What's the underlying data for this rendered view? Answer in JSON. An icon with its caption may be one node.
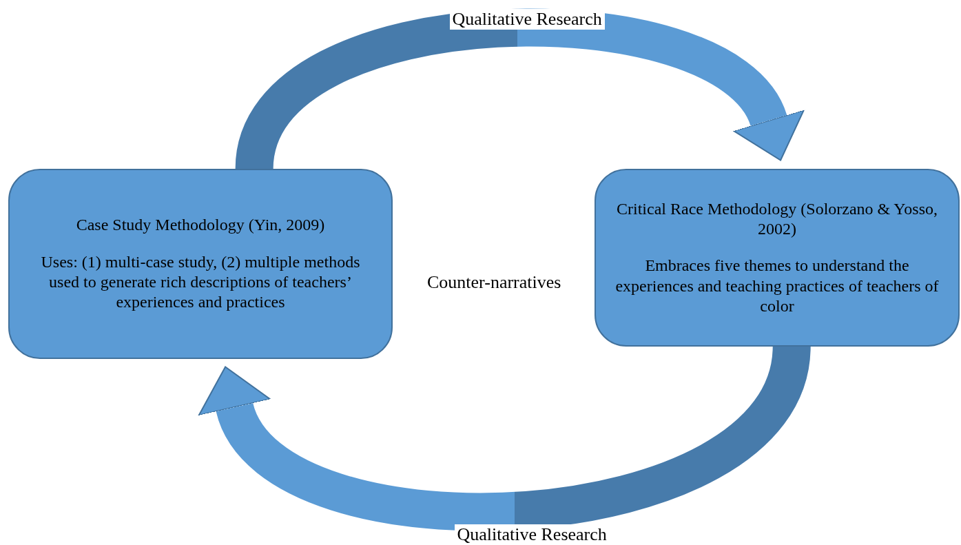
{
  "diagram": {
    "nodes": [
      {
        "text": [
          "Case Study Methodology (Yin, 2009)",
          "Uses: (1) multi-case study, (2) multiple methods used to generate rich descriptions of teachers’ experiences and practices"
        ]
      },
      {
        "text": [
          "Critical Race Methodology (Solorzano & Yosso, 2002)",
          "Embraces five themes to understand the experiences and teaching practices of teachers of color"
        ]
      }
    ],
    "edges": [
      {
        "from": 0,
        "to": 1,
        "arrow": "to",
        "label": "Qualitative Research",
        "style": "thick"
      },
      {
        "from": 1,
        "to": 0,
        "arrow": "to",
        "label": "Qualitative Research",
        "style": "thick"
      }
    ],
    "labels": [
      "Counter-narratives"
    ]
  }
}
